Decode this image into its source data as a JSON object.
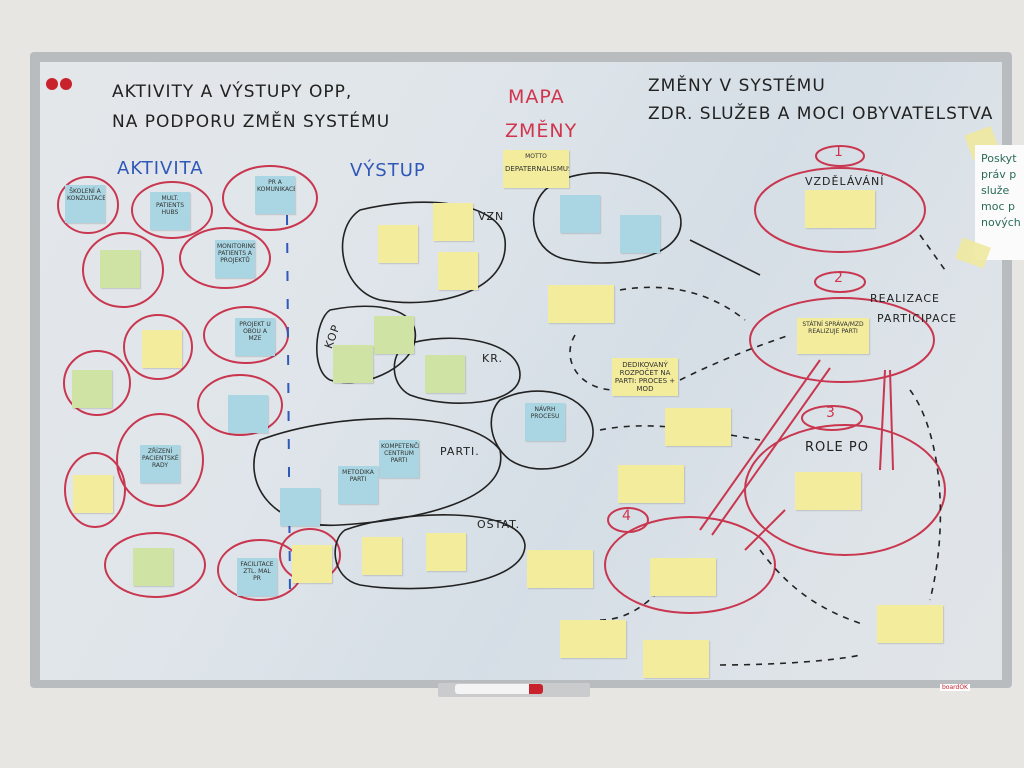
{
  "board": {
    "title_line1": "AKTIVITY A VÝSTUPY OPP,",
    "title_line2": "NA PODPORU ZMĚN SYSTÉMU",
    "map_title_line1": "MAPA",
    "map_title_line2": "ZMĚNY",
    "right_title_line1": "ZMĚNY V SYSTÉMU",
    "right_title_line2": "ZDR. SLUŽEB A MOCI OBYVATELSTVA",
    "col_activity": "AKTIVITA",
    "col_output": "VÝSTUP",
    "group_vzn": "VZN",
    "group_kop": "KOP",
    "group_kr": "KR.",
    "group_parti": "PARTI.",
    "group_other": "OSTAT.",
    "num1": "1",
    "num2": "2",
    "num3": "3",
    "num4": "4",
    "change1": "VZDĚLÁVÁNÍ",
    "change2_line1": "REALIZACE",
    "change2_line2": "PARTICIPACE",
    "change3": "ROLE PO",
    "brand": "boardOK"
  },
  "notes": {
    "skoleni": "ŠKOLENÍ A KONZULTACE",
    "hubs": "MULT. PATIENTS HUBS",
    "pr": "PR A KOMUNIKACE",
    "monitoring": "MONITORING PATIENTS A PROJEKTŮ",
    "komunikace": "PROJEKT U OBOU A MZE",
    "rada": "ZŘÍZENÍ PACIENTSKÉ RADY",
    "facilitace": "FACILITACE ZTL. MAL PR",
    "kompetencni": "KOMPETENČNÍ CENTRUM PARTI",
    "metodika": "METODIKA PARTI",
    "navrh": "NÁVRH PROCESU",
    "motto_label": "MOTTO",
    "motto": "DEPATERNALISMUS",
    "rozpocet": "DEDIKOVANÝ ROZPOČET NA PARTI: PROCES + MOD",
    "statni": "STÁTNÍ SPRÁVA/MZD REALIZUJE PARTI",
    "role_po": "",
    "paper": "Poskyt práv p služe moc p nových"
  },
  "colors": {
    "red_marker": "#d0354d",
    "blue_marker": "#2f58b8",
    "blue_note": "#a9d6e2",
    "yellow_note": "#f3ec9c",
    "green_note": "#cfe3a4"
  }
}
